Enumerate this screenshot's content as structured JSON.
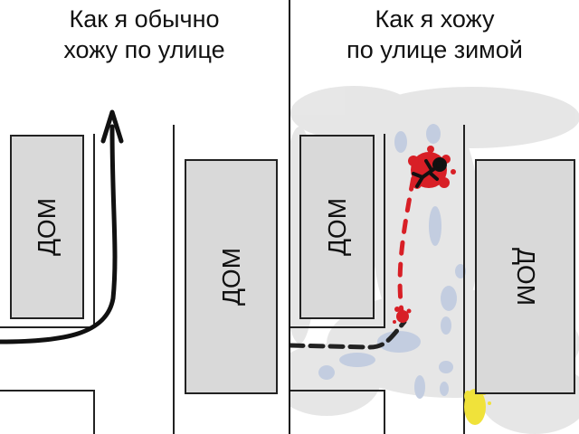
{
  "left_panel": {
    "caption_line1": "Как я обычно",
    "caption_line2": "хожу по улице",
    "houses": [
      {
        "label": "ДОМ"
      },
      {
        "label": "ДОМ"
      }
    ]
  },
  "right_panel": {
    "caption_line1": "Как я хожу",
    "caption_line2": "по улице зимой",
    "houses": [
      {
        "label": "ДОМ"
      },
      {
        "label": "ДОМ"
      }
    ]
  },
  "colors": {
    "house_fill": "#d9d9d9",
    "outline": "#222222",
    "ice": "#c9d3e3",
    "snow": "#e6e6e6",
    "blood": "#d81f26",
    "yellow_snow": "#f0e23a"
  }
}
